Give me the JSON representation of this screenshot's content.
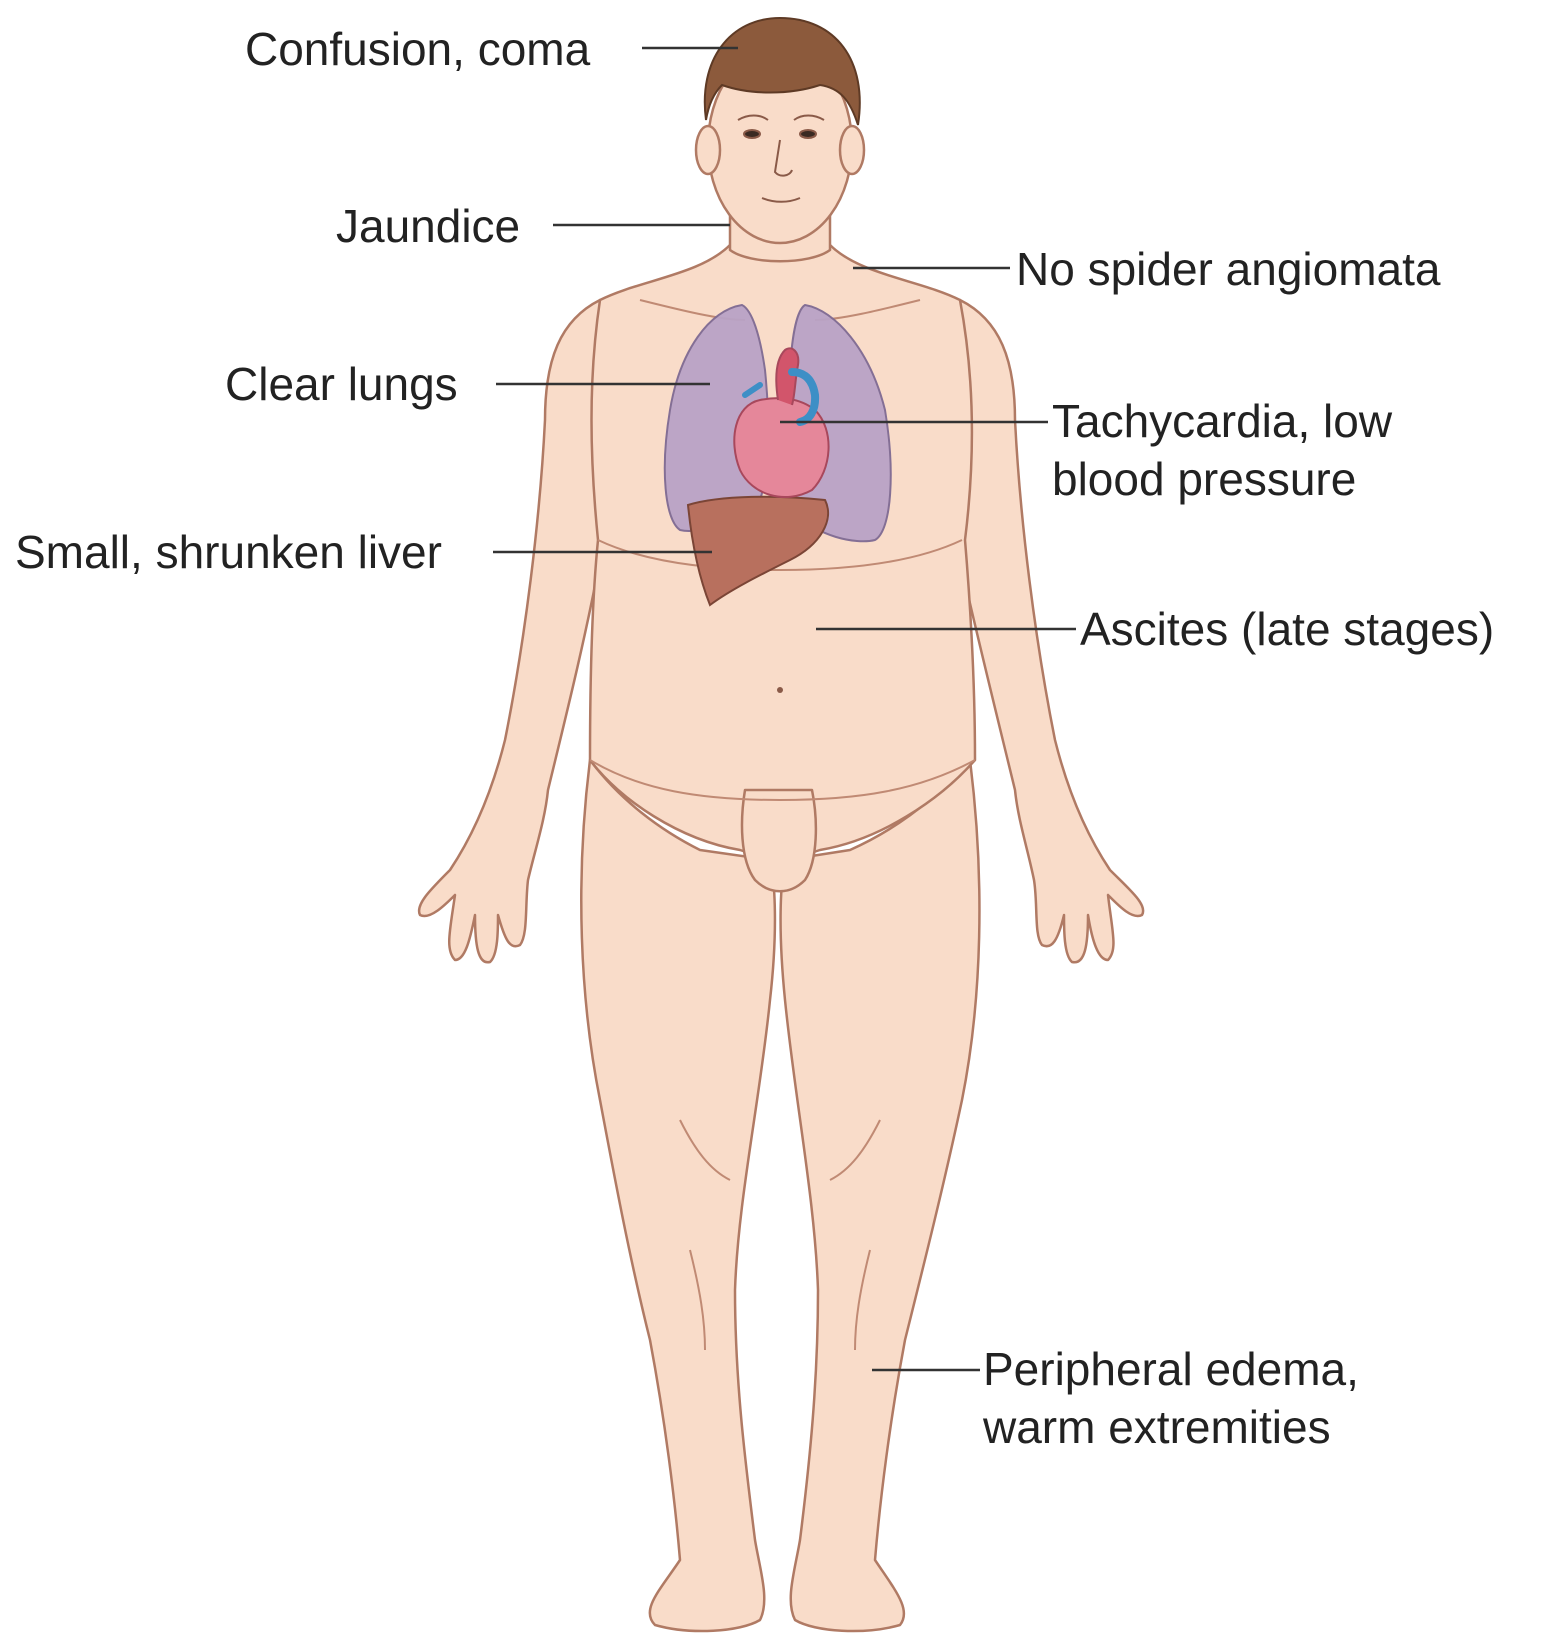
{
  "colors": {
    "skin": "#f9dcc9",
    "skin_outline": "#b07a64",
    "hair": "#8c5a3c",
    "lung": "#b9a3c6",
    "liver": "#b8705e",
    "heart": "#e5879a",
    "vessel_blue": "#3d8fc6",
    "leader_line": "#333333"
  },
  "labels": {
    "confusion": "Confusion, coma",
    "jaundice": "Jaundice",
    "clear_lungs": "Clear lungs",
    "liver": "Small, shrunken liver",
    "spider": "No spider angiomata",
    "tachycardia": "Tachycardia, low\nblood pressure",
    "ascites": "Ascites (late stages)",
    "edema": "Peripheral edema,\nwarm extremities"
  }
}
